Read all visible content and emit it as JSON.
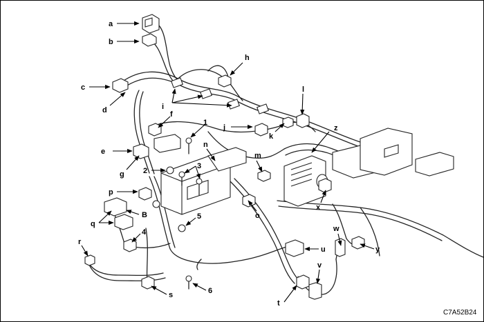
{
  "figure_code": "C7A52B24",
  "callouts": {
    "a": "a",
    "b": "b",
    "c": "c",
    "d": "d",
    "e": "e",
    "f": "f",
    "g": "g",
    "h": "h",
    "i": "i",
    "j": "j",
    "k": "k",
    "l": "l",
    "m": "m",
    "n": "n",
    "o": "o",
    "p": "p",
    "q": "q",
    "r": "r",
    "s": "s",
    "t": "t",
    "u": "u",
    "v": "v",
    "w": "w",
    "x": "x",
    "y": "y",
    "z": "z",
    "B": "B",
    "n1": "1",
    "n2": "2",
    "n3": "3",
    "n4": "4",
    "n5": "5",
    "n6": "6"
  }
}
